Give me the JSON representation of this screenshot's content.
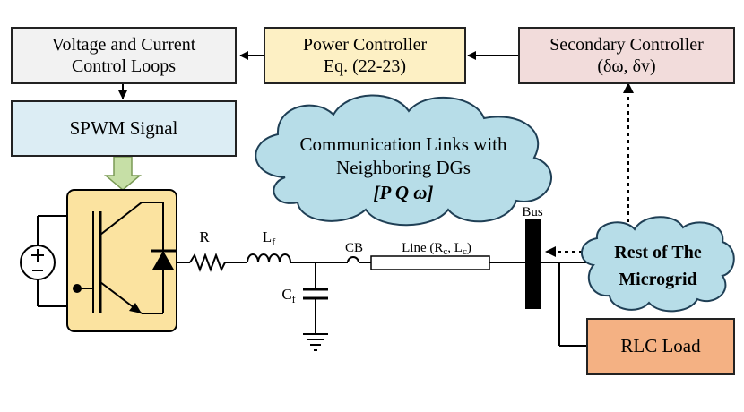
{
  "blocks": {
    "voltage_current": {
      "line1": "Voltage and Current",
      "line2": "Control Loops",
      "fill": "#f2f2f2"
    },
    "power_controller": {
      "line1": "Power Controller",
      "line2": "Eq. (22-23)",
      "fill": "#fdf0c4"
    },
    "secondary_controller": {
      "line1": "Secondary Controller",
      "line2": "(δω, δv)",
      "fill": "#f2dcdb"
    },
    "spwm": {
      "label": "SPWM Signal",
      "fill": "#dcedf4"
    },
    "rlc_load": {
      "label": "RLC Load",
      "fill": "#f4b183"
    }
  },
  "clouds": {
    "communication": {
      "line1": "Communication Links with",
      "line2": "Neighboring DGs",
      "line3": "[P Q ω]",
      "fill": "#b7dde8"
    },
    "rest_of_microgrid": {
      "line1": "Rest of The",
      "line2": "Microgrid",
      "fill": "#b7dde8"
    }
  },
  "circuit": {
    "resistor": "R",
    "inductor": "L",
    "inductor_sub": "f",
    "capacitor": "C",
    "capacitor_sub": "f",
    "breaker": "CB",
    "line_prefix": "Line (R",
    "line_sub1": "c",
    "line_mid": ", L",
    "line_sub2": "c",
    "line_suffix": ")",
    "bus": "Bus"
  },
  "colors": {
    "inverter_fill": "#fbe3a0",
    "arrow_fill": "#c6dfa6",
    "stroke": "#000000"
  }
}
